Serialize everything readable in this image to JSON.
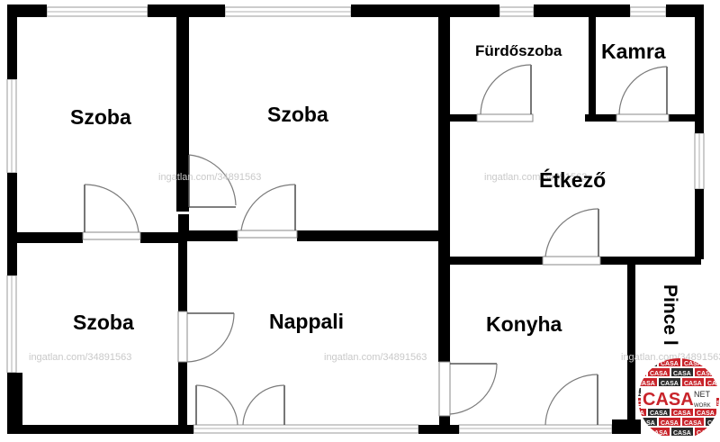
{
  "rooms": {
    "szoba_top_left": "Szoba",
    "szoba_top_center": "Szoba",
    "szoba_bottom_left": "Szoba",
    "nappali": "Nappali",
    "furdoszoba": "Fürdőszoba",
    "kamra": "Kamra",
    "etkezo": "Étkező",
    "konyha": "Konyha",
    "pince": "Pince l"
  },
  "watermark": {
    "text": "ingatlan.com/34891563"
  },
  "logo": {
    "main": "CASA",
    "sub_top": "NET",
    "sub_bottom": "WORK",
    "tiles": "CASA",
    "colors": {
      "red": "#c8242b",
      "dark": "#2b2b2b",
      "white": "#ffffff"
    }
  }
}
